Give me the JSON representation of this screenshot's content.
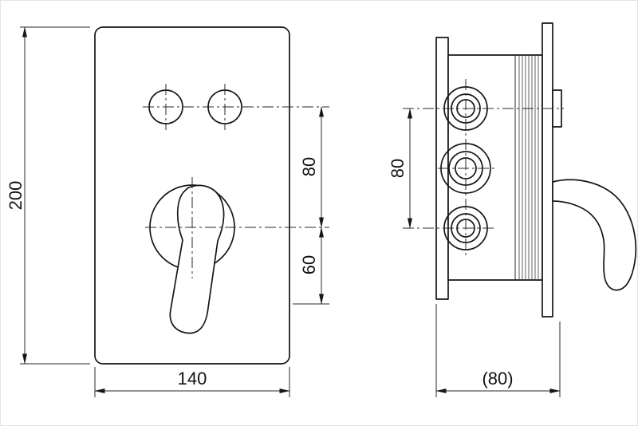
{
  "labels": {
    "front_height": "200",
    "front_width": "140",
    "front_upper_offset": "80",
    "front_lower_offset": "60",
    "side_port_spacing": "80",
    "side_depth": "(80)"
  }
}
